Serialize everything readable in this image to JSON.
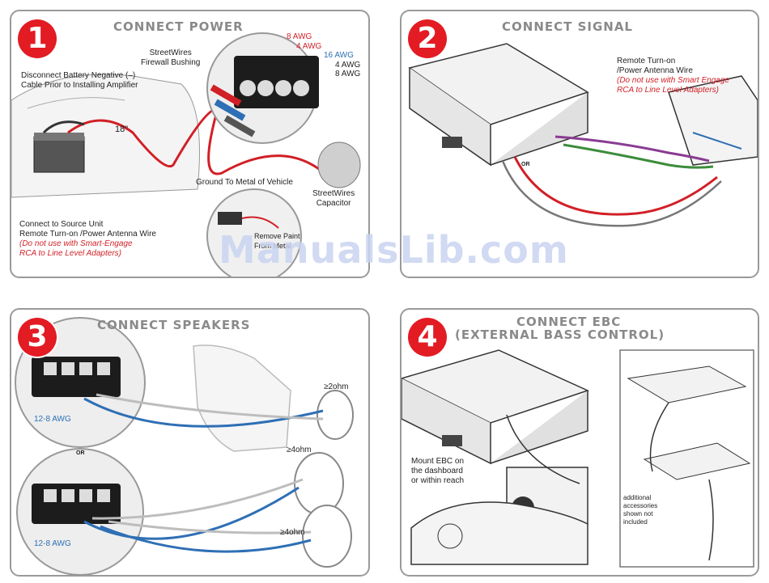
{
  "panel1": {
    "number": "1",
    "title": "CONNECT POWER",
    "awg_labels": [
      "8 AWG",
      "4 AWG",
      "16 AWG",
      "4 AWG",
      "8 AWG"
    ],
    "awg_colors": [
      "#d21f26",
      "#d21f26",
      "#2e6fb5",
      "#222222",
      "#222222"
    ],
    "firewall_label": "StreetWires\nFirewall Bushing",
    "battery_label": "Disconnect Battery Negative (–)\nCable Prior to Installing Amplifier",
    "distance_label": "18\"",
    "ground_label": "Ground To Metal of Vehicle",
    "capacitor_label": "StreetWires\nCapacitor",
    "remove_paint_label": "Remove Paint\nFrom Metal",
    "source_label": "Connect to Source Unit\nRemote Turn-on /Power Antenna Wire",
    "source_warning": "(Do not use with Smart-Engage\nRCA to Line Level Adapters)"
  },
  "panel2": {
    "number": "2",
    "title": "CONNECT SIGNAL",
    "remote_label": "Remote Turn-on\n/Power Antenna Wire",
    "remote_warning": "(Do not use with Smart Engage\nRCA to Line Level Adapters)",
    "or_label": "OR"
  },
  "panel3": {
    "number": "3",
    "title": "CONNECT SPEAKERS",
    "awg_top": "12-8 AWG",
    "awg_bottom": "12-8 AWG",
    "or_label": "OR",
    "ohm_top": "≥2ohm",
    "ohm_mid": "≥4ohm",
    "ohm_bottom": "≥4ohm"
  },
  "panel4": {
    "number": "4",
    "title_line1": "CONNECT EBC",
    "title_line2": "(EXTERNAL BASS CONTROL)",
    "mount_label": "Mount EBC on\nthe dashboard\nor within reach",
    "accessories_label": "additional\naccessories\nshown not\nincluded"
  },
  "watermark": "ManualsLib.com"
}
